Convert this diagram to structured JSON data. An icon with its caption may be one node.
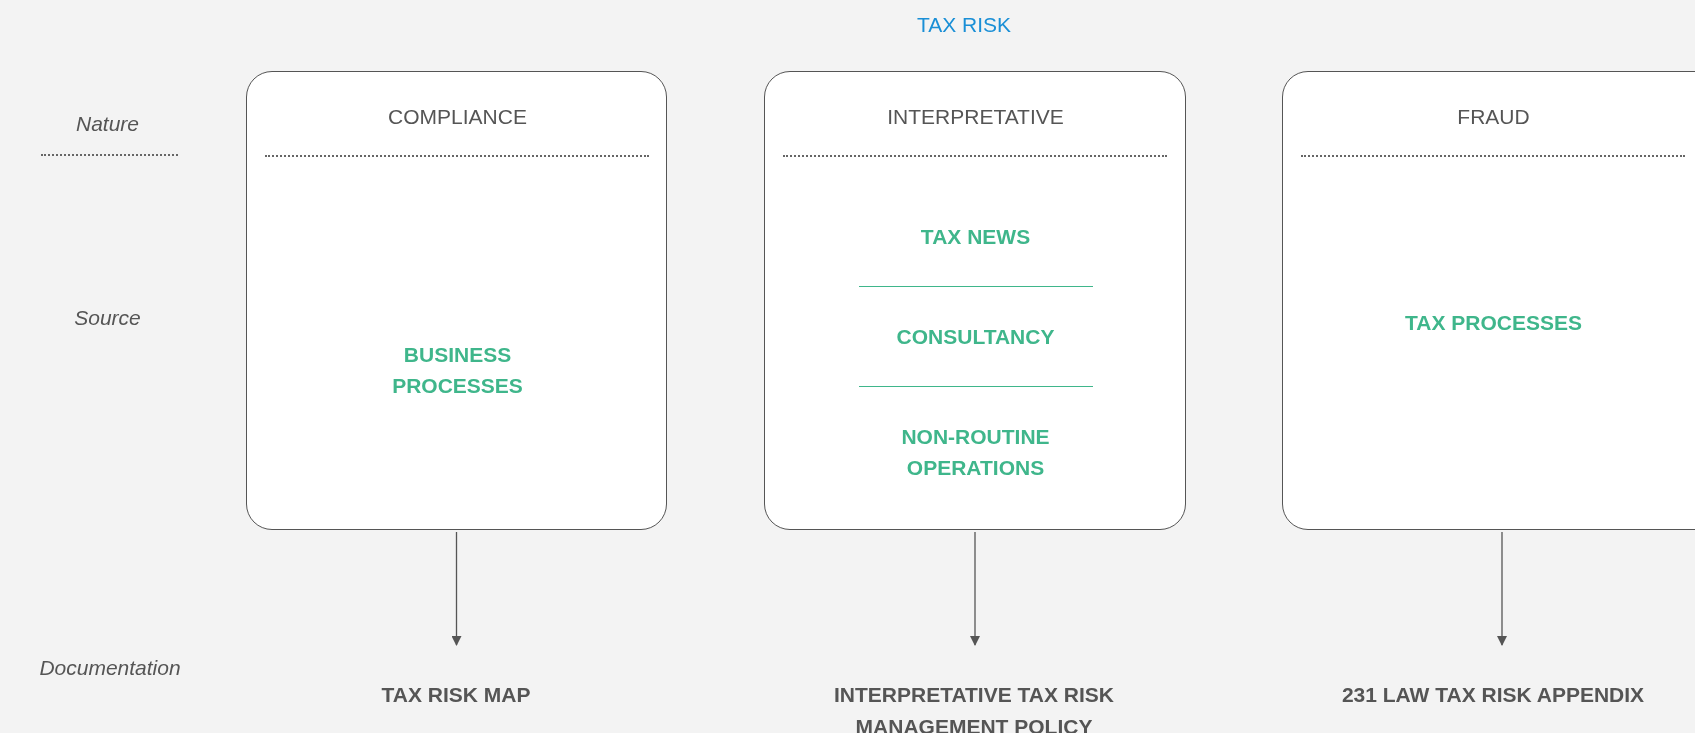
{
  "diagram": {
    "title": "TAX RISK",
    "nodes": [
      {
        "text": [
          "COMPLIANCE",
          "BUSINESS PROCESSES"
        ]
      },
      {
        "text": [
          "INTERPRETATIVE",
          "TAX NEWS",
          "CONSULTANCY",
          "NON-ROUTINE OPERATIONS"
        ]
      },
      {
        "text": [
          "FRAUD",
          "TAX PROCESSES"
        ]
      },
      {
        "text": [
          "TAX RISK MAP"
        ]
      },
      {
        "text": [
          "INTERPRETATIVE TAX RISK MANAGEMENT POLICY"
        ]
      },
      {
        "text": [
          "231 LAW TAX RISK APPENDIX"
        ]
      }
    ],
    "edges": [
      {
        "from": 0,
        "to": 3,
        "arrow": "to"
      },
      {
        "from": 1,
        "to": 4,
        "arrow": "to"
      },
      {
        "from": 2,
        "to": 5,
        "arrow": "to"
      }
    ],
    "labels": [
      "Nature",
      "Source",
      "Documentation"
    ]
  }
}
